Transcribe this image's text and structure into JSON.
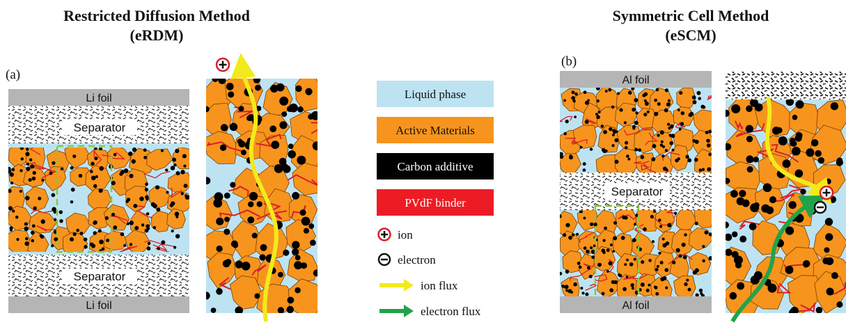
{
  "panels": {
    "left": {
      "title_line1": "Restricted Diffusion Method",
      "title_line2": "(eRDM)",
      "panel_label": "(a)",
      "top_foil": "Li foil",
      "bottom_foil": "Li foil",
      "top_separator": "Separator",
      "bottom_separator": "Separator"
    },
    "right": {
      "title_line1": "Symmetric Cell Method",
      "title_line2": "(eSCM)",
      "panel_label": "(b)",
      "top_foil": "Al foil",
      "bottom_foil": "Al foil",
      "separator": "Separator"
    }
  },
  "legend": {
    "boxes": [
      {
        "label": "Liquid phase",
        "fill": "#bde3f2",
        "text_color": "#111111"
      },
      {
        "label": "Active Materials",
        "fill": "#f7941d",
        "text_color": "#111111"
      },
      {
        "label": "Carbon additive",
        "fill": "#000000",
        "text_color": "#ffffff"
      },
      {
        "label": "PVdF binder",
        "fill": "#ed1c24",
        "text_color": "#ffffff"
      }
    ],
    "ion": "ion",
    "electron": "electron",
    "ion_flux": "ion flux",
    "electron_flux": "electron flux"
  },
  "colors": {
    "liquid": "#bde3f2",
    "active": "#f7941d",
    "active_edge": "#7a3d00",
    "carbon": "#000000",
    "binder": "#d81e28",
    "foil": "#b5b5b5",
    "ion_flux": "#f2ea1c",
    "electron_flux": "#22a34a",
    "dashed_box": "#8cc63f"
  },
  "icons": {
    "ion": "plus-circle-icon",
    "electron": "minus-circle-icon",
    "ion_flux": "yellow-arrow-icon",
    "electron_flux": "green-arrow-icon"
  }
}
